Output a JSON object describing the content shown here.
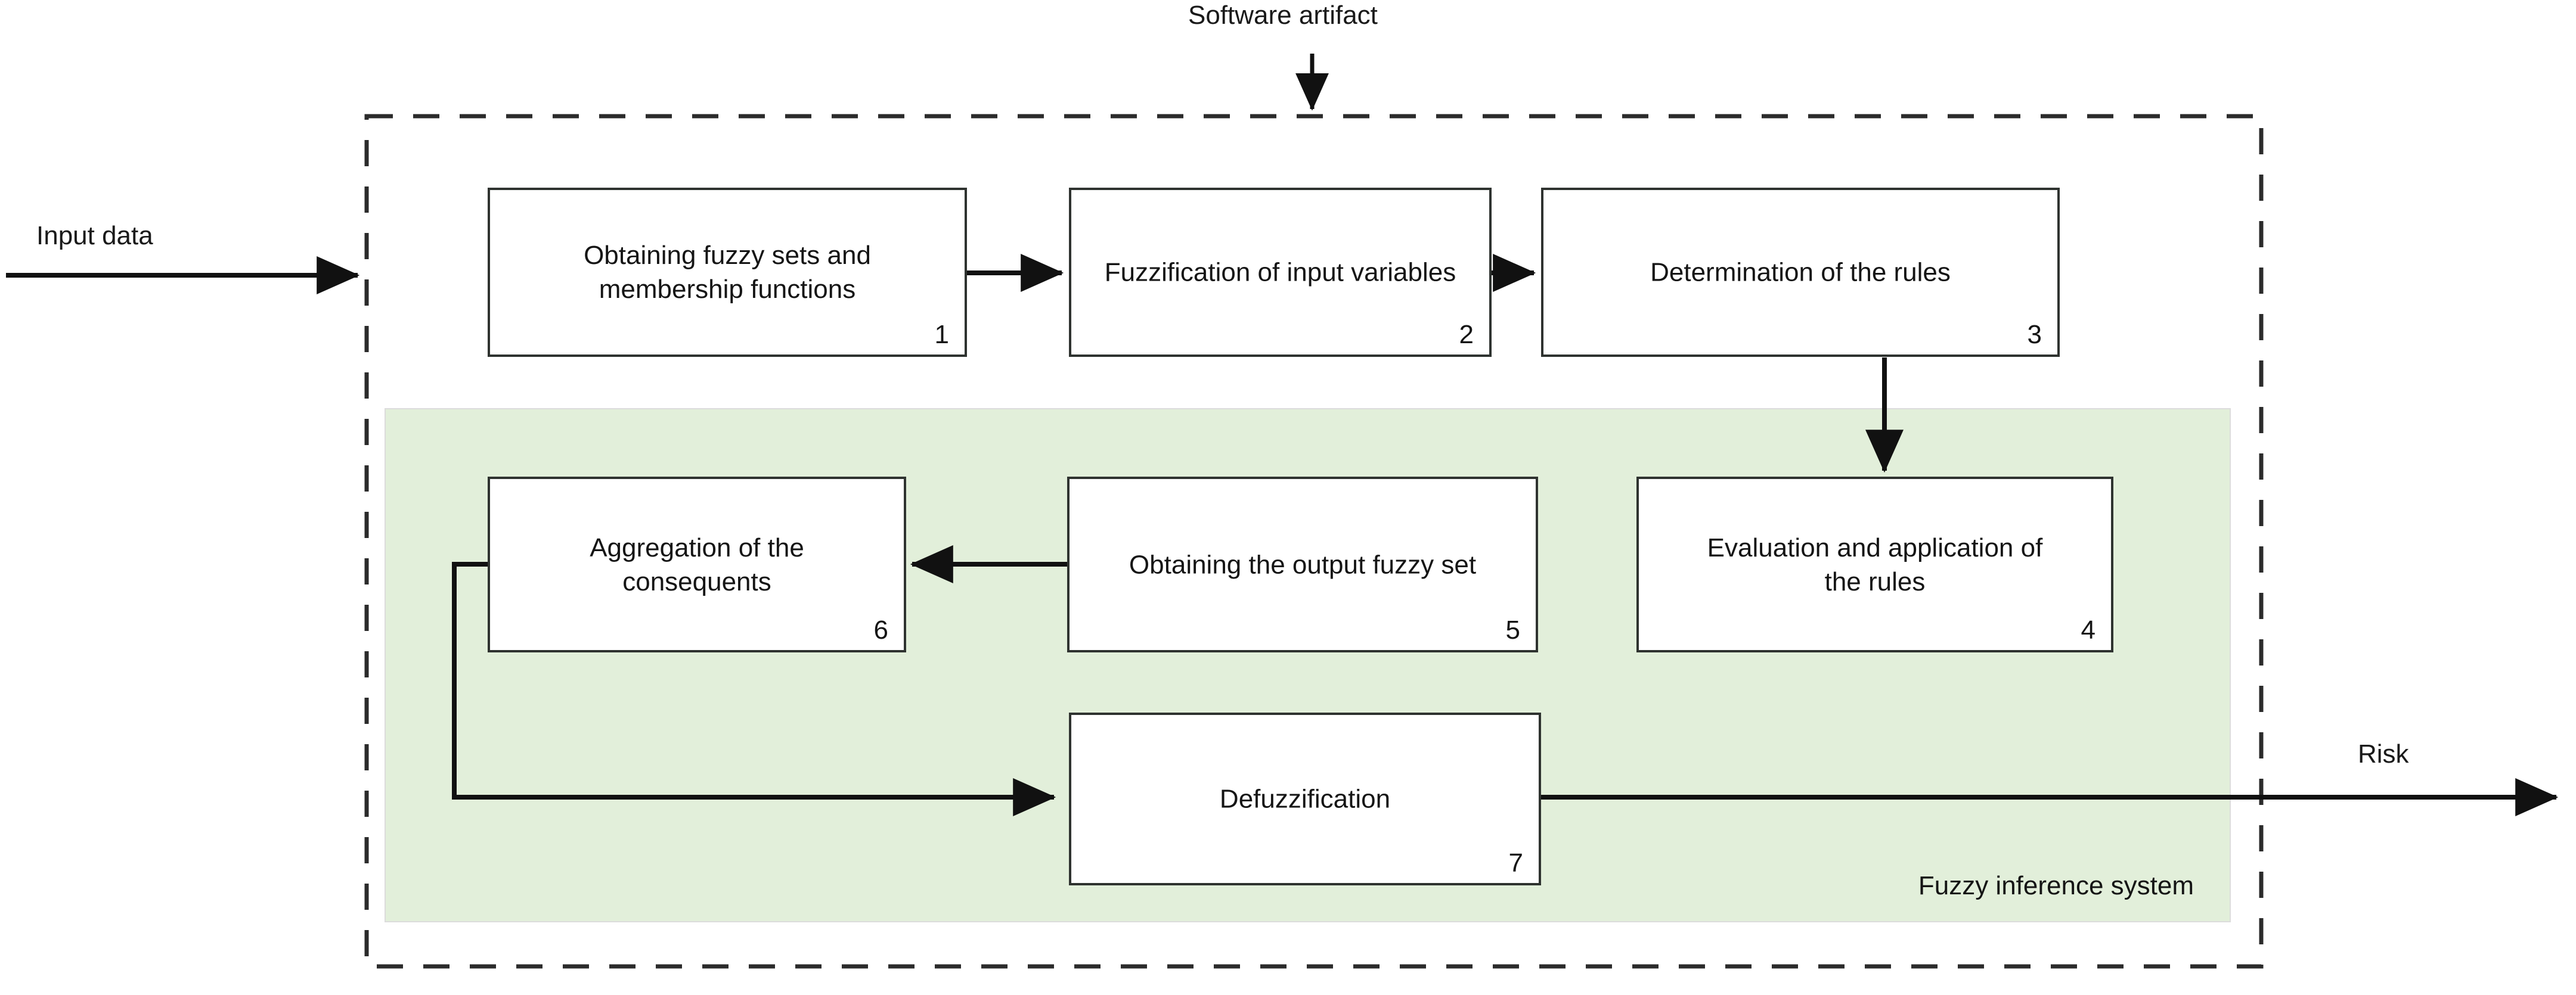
{
  "diagram": {
    "title_note": "Software artifact",
    "input_label": "Input data",
    "output_label": "Risk",
    "system_label": "Fuzzy inference system",
    "accent_green": "#e2efda",
    "stroke_color": "#2f3330",
    "boundary_style": "dashed"
  },
  "nodes": [
    {
      "id": "n1",
      "number": "1",
      "label": "Obtaining fuzzy sets and\nmembership functions",
      "line1": "Obtaining fuzzy sets and",
      "line2": "membership functions"
    },
    {
      "id": "n2",
      "number": "2",
      "label": "Fuzzification of input variables",
      "line1": "Fuzzification of input variables",
      "line2": ""
    },
    {
      "id": "n3",
      "number": "3",
      "label": "Determination of the rules",
      "line1": "Determination of the rules",
      "line2": ""
    },
    {
      "id": "n4",
      "number": "4",
      "label": "Evaluation and application of\nthe rules",
      "line1": "Evaluation and application of",
      "line2": "the rules"
    },
    {
      "id": "n5",
      "number": "5",
      "label": "Obtaining the output fuzzy set",
      "line1": "Obtaining the output fuzzy set",
      "line2": ""
    },
    {
      "id": "n6",
      "number": "6",
      "label": "Aggregation of the\nconsequents",
      "line1": "Aggregation of the",
      "line2": "consequents"
    },
    {
      "id": "n7",
      "number": "7",
      "label": "Defuzzification",
      "line1": "Defuzzification",
      "line2": ""
    }
  ],
  "edges": [
    {
      "from": "input",
      "to": "n1",
      "label": "Input data"
    },
    {
      "from": "n1",
      "to": "n2",
      "label": ""
    },
    {
      "from": "n2",
      "to": "n3",
      "label": ""
    },
    {
      "from": "n3",
      "to": "n4",
      "label": ""
    },
    {
      "from": "n4",
      "to": "n5",
      "label": ""
    },
    {
      "from": "n5",
      "to": "n6",
      "label": ""
    },
    {
      "from": "n6",
      "to": "n7",
      "label": ""
    },
    {
      "from": "n7",
      "to": "output",
      "label": "Risk"
    },
    {
      "from": "artifact",
      "to": "boundary",
      "label": "Software artifact"
    }
  ]
}
